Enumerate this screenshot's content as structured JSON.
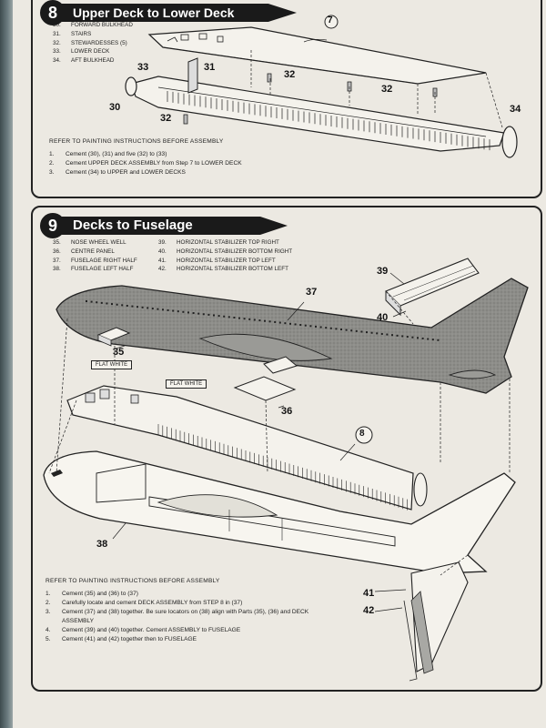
{
  "step8": {
    "number": "8",
    "title": "Upper Deck to Lower Deck",
    "parts": [
      {
        "num": "30.",
        "name": "FORWARD BULKHEAD"
      },
      {
        "num": "31.",
        "name": "STAIRS"
      },
      {
        "num": "32.",
        "name": "STEWARDESSES (5)"
      },
      {
        "num": "33.",
        "name": "LOWER DECK"
      },
      {
        "num": "34.",
        "name": "AFT BULKHEAD"
      }
    ],
    "callouts": [
      "7",
      "33",
      "31",
      "32",
      "32",
      "30",
      "32",
      "34"
    ],
    "instructions_header": "REFER TO PAINTING INSTRUCTIONS BEFORE ASSEMBLY",
    "instructions": [
      {
        "n": "1.",
        "text": "Cement (30), (31) and five (32) to (33)"
      },
      {
        "n": "2.",
        "text": "Cement UPPER DECK ASSEMBLY from Step 7 to LOWER DECK"
      },
      {
        "n": "3.",
        "text": "Cement (34) to UPPER and LOWER DECKS"
      }
    ]
  },
  "step9": {
    "number": "9",
    "title": "Decks to Fuselage Assembly",
    "parts_left": [
      {
        "num": "35.",
        "name": "NOSE WHEEL WELL"
      },
      {
        "num": "36.",
        "name": "CENTRE PANEL"
      },
      {
        "num": "37.",
        "name": "FUSELAGE RIGHT HALF"
      },
      {
        "num": "38.",
        "name": "FUSELAGE LEFT HALF"
      }
    ],
    "parts_right": [
      {
        "num": "39.",
        "name": "HORIZONTAL STABILIZER TOP RIGHT"
      },
      {
        "num": "40.",
        "name": "HORIZONTAL STABILIZER BOTTOM RIGHT"
      },
      {
        "num": "41.",
        "name": "HORIZONTAL STABILIZER TOP LEFT"
      },
      {
        "num": "42.",
        "name": "HORIZONTAL STABILIZER BOTTOM LEFT"
      }
    ],
    "callouts": [
      "39",
      "37",
      "40",
      "35",
      "36",
      "8",
      "38",
      "41",
      "42"
    ],
    "paint_tags": [
      "FLAT WHITE",
      "FLAT WHITE"
    ],
    "instructions_header": "REFER TO PAINTING INSTRUCTIONS BEFORE ASSEMBLY",
    "instructions": [
      {
        "n": "1.",
        "text": "Cement (35) and (36) to (37)"
      },
      {
        "n": "2.",
        "text": "Carefully locate and cement DECK ASSEMBLY from STEP 8 in (37)"
      },
      {
        "n": "3.",
        "text": "Cement (37) and (38) together. Be sure locators on (38) align with Parts (35), (36) and DECK ASSEMBLY"
      },
      {
        "n": "4.",
        "text": "Cement (39) and (40) together. Cement ASSEMBLY to FUSELAGE"
      },
      {
        "n": "5.",
        "text": "Cement (41) and (42) together then to FUSELAGE"
      }
    ]
  },
  "colors": {
    "ink": "#1a1a1a",
    "paper": "#ece9e2",
    "fuselage_fill": "#8a8a86",
    "background": "#5e6f73"
  }
}
